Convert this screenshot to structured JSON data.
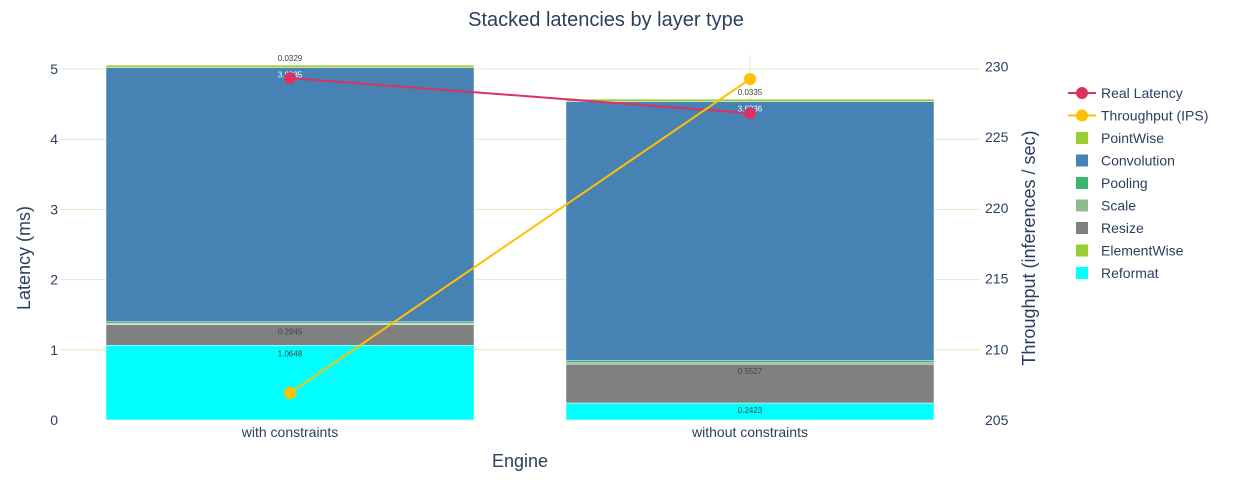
{
  "chart_data": {
    "type": "bar",
    "title": "Stacked latencies by layer type",
    "xlabel": "Engine",
    "ylabel": "Latency (ms)",
    "y2label": "Throughput (inferences / sec)",
    "categories": [
      "with constraints",
      "without constraints"
    ],
    "ylim": [
      0,
      5.2
    ],
    "y2lim": [
      205,
      230.8
    ],
    "yticks": [
      "0",
      "1",
      "2",
      "3",
      "4",
      "5"
    ],
    "y2ticks": [
      "205",
      "210",
      "215",
      "220",
      "225",
      "230"
    ],
    "grid": true,
    "legend_position": "right",
    "stack_series": [
      {
        "name": "Reformat",
        "color": "#00ffff",
        "values": [
          1.0648,
          0.2423
        ],
        "labels": [
          "1.0648",
          "0.2423"
        ]
      },
      {
        "name": "ElementWise",
        "color": "#9acd32",
        "values": [
          0.0,
          0.0
        ],
        "labels": [
          "",
          ""
        ]
      },
      {
        "name": "Resize",
        "color": "#808080",
        "values": [
          0.2945,
          0.5527
        ],
        "labels": [
          "0.2945",
          "0.5527"
        ]
      },
      {
        "name": "Scale",
        "color": "#8fbc8f",
        "values": [
          0.02,
          0.02
        ],
        "labels": [
          "",
          ""
        ]
      },
      {
        "name": "Pooling",
        "color": "#3cb371",
        "values": [
          0.02,
          0.03
        ],
        "labels": [
          "",
          ""
        ]
      },
      {
        "name": "Convolution",
        "color": "#4682b4",
        "values": [
          3.6235,
          3.6936
        ],
        "labels": [
          "3.6235",
          "3.6936"
        ]
      },
      {
        "name": "PointWise",
        "color": "#9acd32",
        "values": [
          0.0329,
          0.0335
        ],
        "labels": [
          "0.0329",
          "0.0335"
        ]
      }
    ],
    "line_series": [
      {
        "name": "Real Latency",
        "color": "#dc3262",
        "axis": "y",
        "values": [
          4.87,
          4.37
        ]
      },
      {
        "name": "Throughput (IPS)",
        "color": "#ffc000",
        "axis": "y2",
        "values": [
          206.9,
          229.1
        ]
      }
    ],
    "legend": [
      {
        "name": "Real Latency",
        "kind": "line",
        "color": "#dc3262"
      },
      {
        "name": "Throughput (IPS)",
        "kind": "line",
        "color": "#ffc000"
      },
      {
        "name": "PointWise",
        "kind": "box",
        "color": "#9acd32"
      },
      {
        "name": "Convolution",
        "kind": "box",
        "color": "#4682b4"
      },
      {
        "name": "Pooling",
        "kind": "box",
        "color": "#3cb371"
      },
      {
        "name": "Scale",
        "kind": "box",
        "color": "#8fbc8f"
      },
      {
        "name": "Resize",
        "kind": "box",
        "color": "#808080"
      },
      {
        "name": "ElementWise",
        "kind": "box",
        "color": "#9acd32"
      },
      {
        "name": "Reformat",
        "kind": "box",
        "color": "#00ffff"
      }
    ]
  }
}
